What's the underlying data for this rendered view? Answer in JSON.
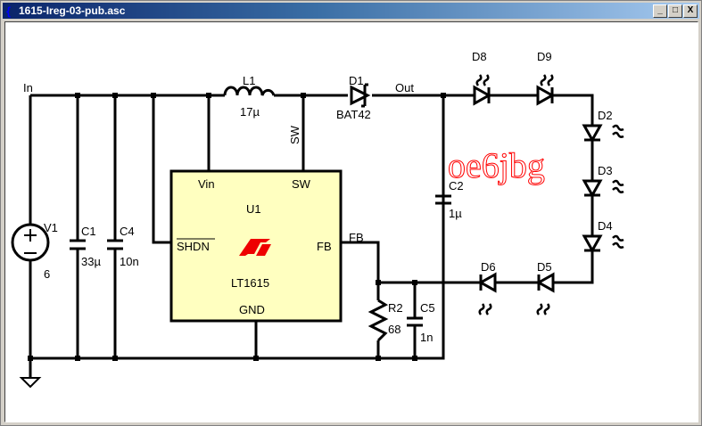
{
  "window": {
    "title": "1615-Ireg-03-pub.asc",
    "minimize": "_",
    "maximize": "□",
    "close": "X"
  },
  "schematic": {
    "net_in": "In",
    "net_out": "Out",
    "net_sw": "SW",
    "net_fb": "FB",
    "V1": {
      "name": "V1",
      "value": "6"
    },
    "C1": {
      "name": "C1",
      "value": "33µ"
    },
    "C4": {
      "name": "C4",
      "value": "10n"
    },
    "C2": {
      "name": "C2",
      "value": "1µ"
    },
    "C5": {
      "name": "C5",
      "value": "1n"
    },
    "R2": {
      "name": "R2",
      "value": "68"
    },
    "L1": {
      "name": "L1",
      "value": "17µ"
    },
    "D1": {
      "name": "D1",
      "value": "BAT42"
    },
    "U1": {
      "name": "U1",
      "part": "LT1615",
      "pins": {
        "vin": "Vin",
        "sw": "SW",
        "shdn": "SHDN",
        "fb": "FB",
        "gnd": "GND"
      },
      "fill": "#ffffc0",
      "logo": "LT"
    },
    "leds": [
      "D8",
      "D9",
      "D2",
      "D3",
      "D4",
      "D5",
      "D6"
    ],
    "watermark": "oe6jbg",
    "watermark_color": "#ff0000"
  }
}
